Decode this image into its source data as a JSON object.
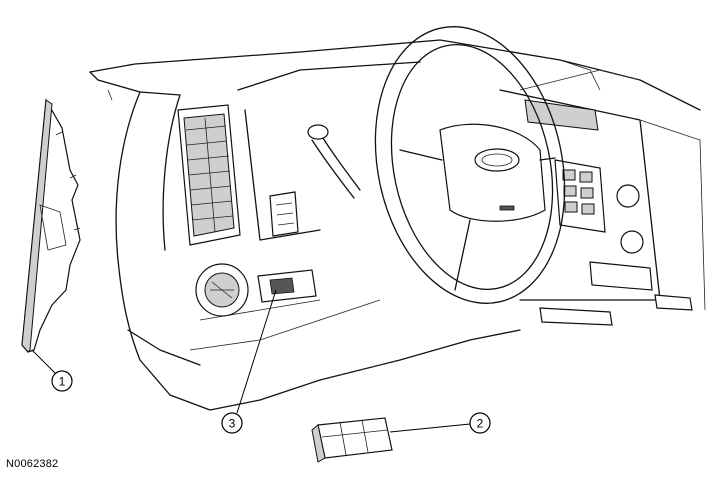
{
  "figure": {
    "reference_code": "N0062382",
    "callouts": [
      {
        "label": "1",
        "part": "left-end-panel"
      },
      {
        "label": "2",
        "part": "switch-module"
      },
      {
        "label": "3",
        "part": "switch-opening"
      }
    ]
  }
}
